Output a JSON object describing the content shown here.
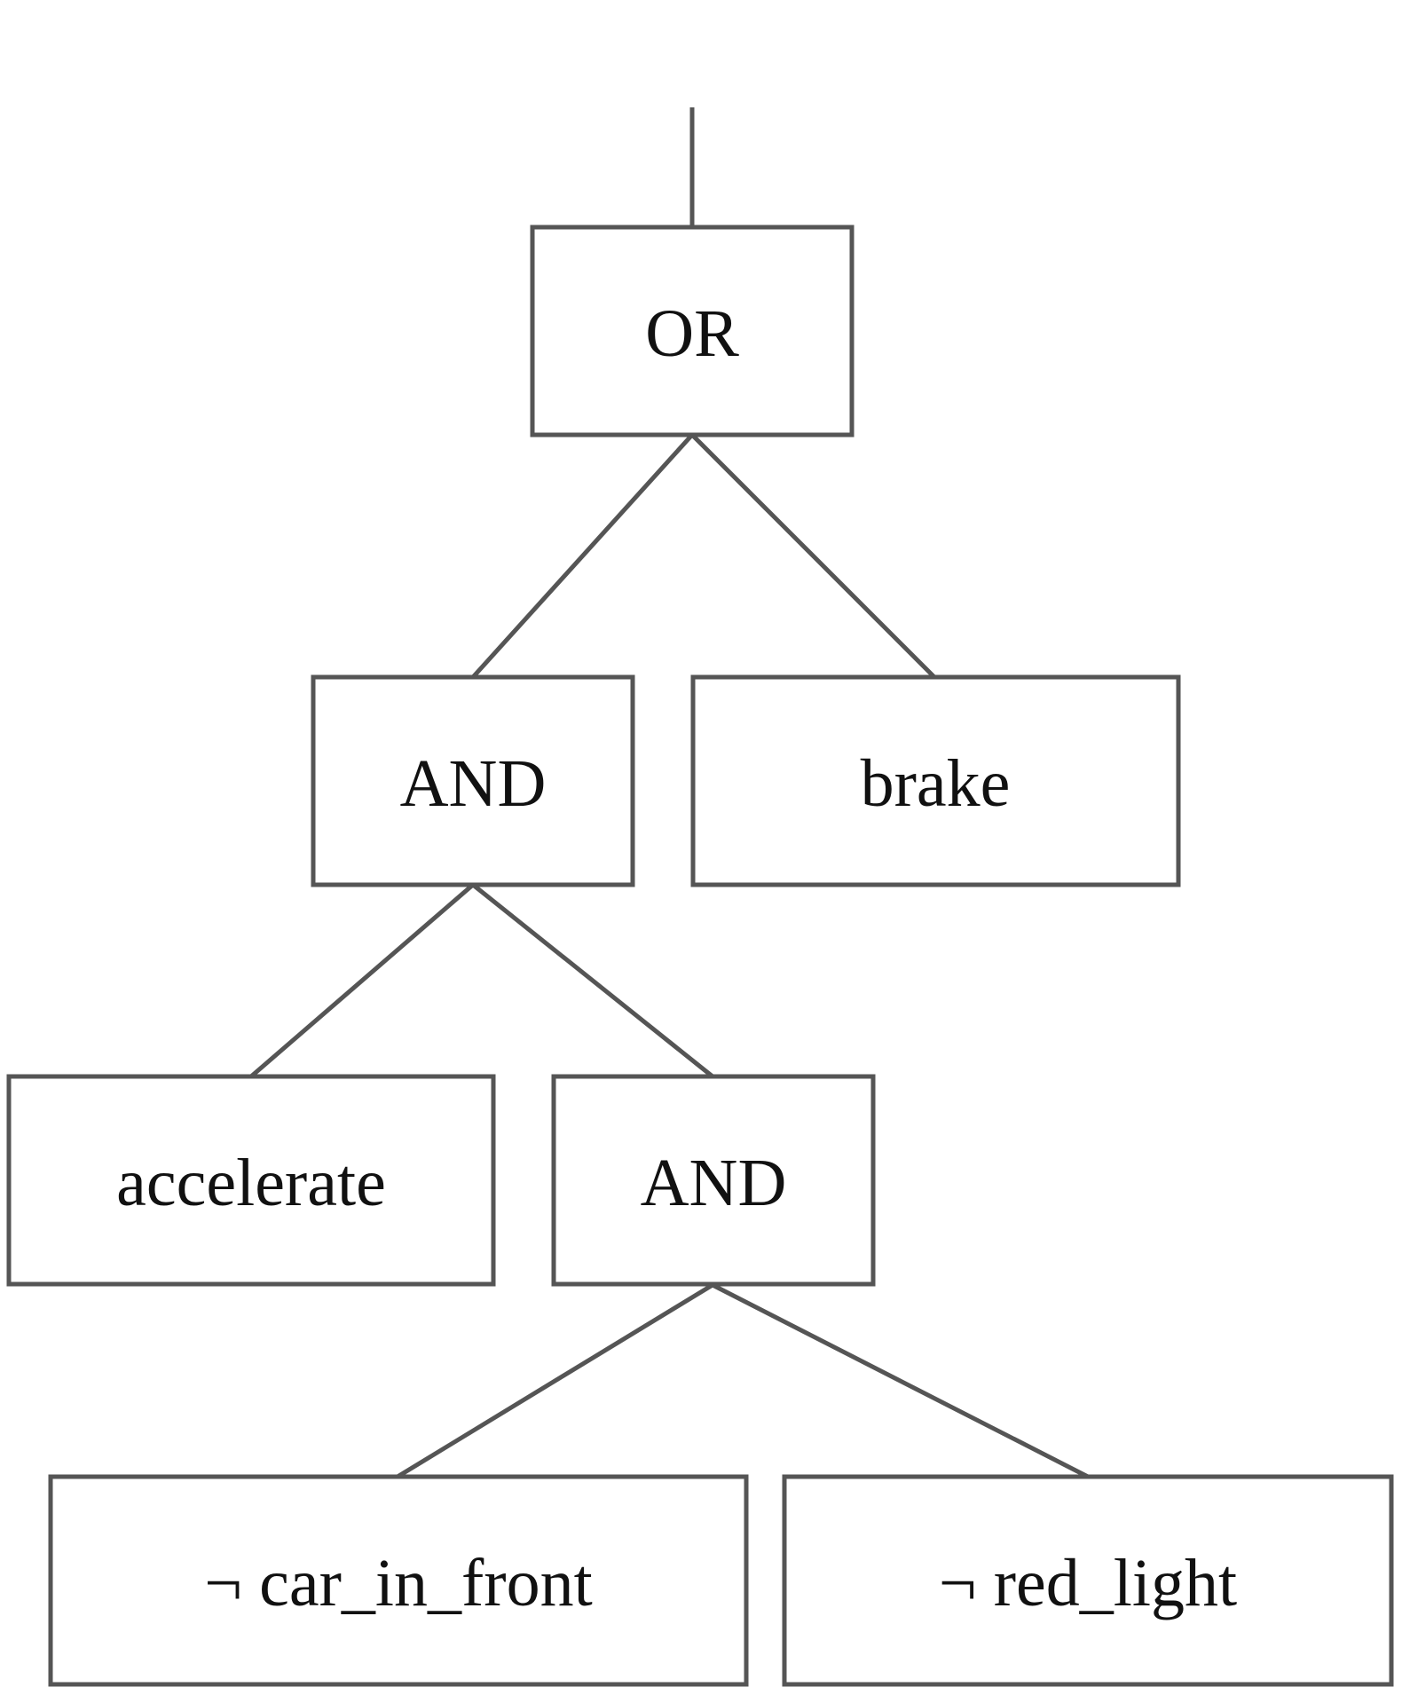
{
  "colors": {
    "stroke": "#555555",
    "text": "#111111",
    "background": "#ffffff"
  },
  "nodes": {
    "or": {
      "label": "OR"
    },
    "and_top": {
      "label": "AND"
    },
    "brake": {
      "label": "brake"
    },
    "accelerate": {
      "label": "accelerate"
    },
    "and_bottom": {
      "label": "AND"
    },
    "not_car_in_front": {
      "label": "¬ car_in_front"
    },
    "not_red_light": {
      "label": "¬ red_light"
    }
  }
}
